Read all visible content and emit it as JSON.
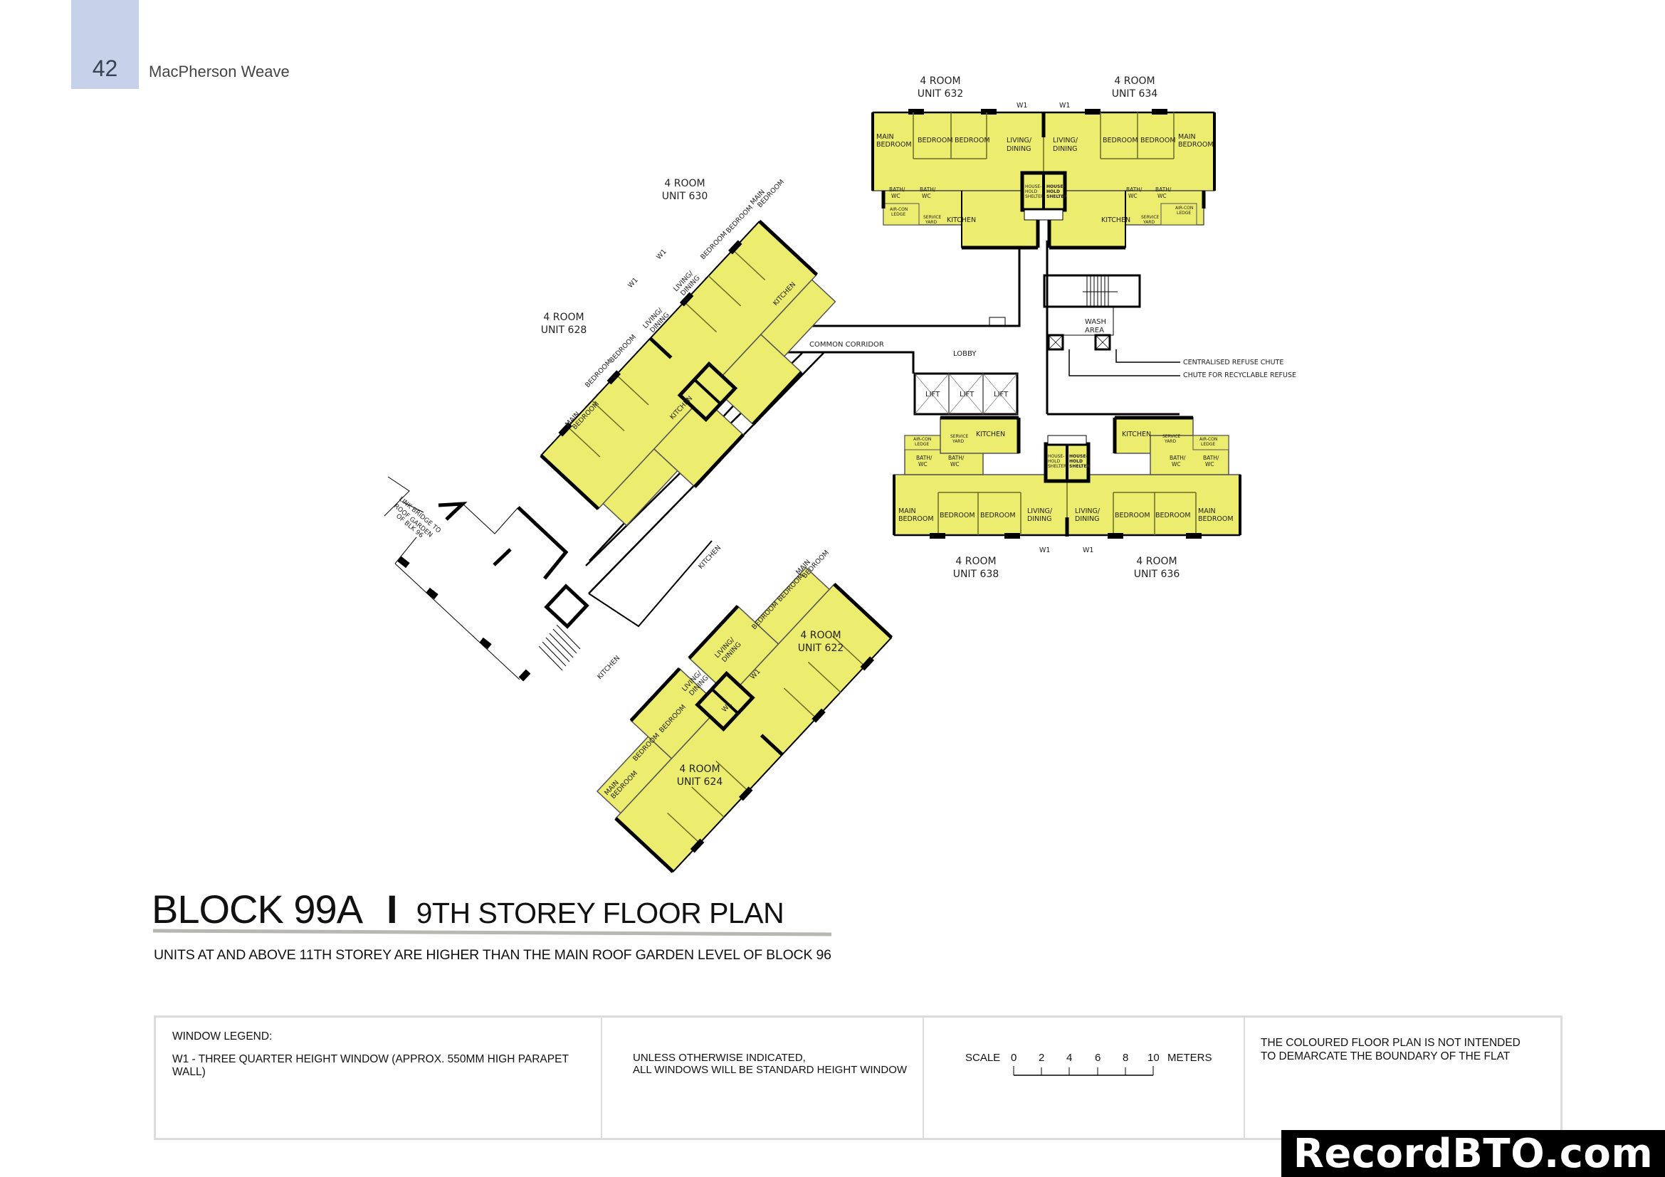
{
  "header": {
    "page_number": "42",
    "project_name": "MacPherson Weave"
  },
  "colors": {
    "unit_fill": "#ecec6e",
    "header_box": "#c5d2ea",
    "wall": "#000000",
    "rule": "#b8b8b0"
  },
  "plan": {
    "units": [
      {
        "id": "632",
        "type_label": "4 ROOM",
        "unit_label": "UNIT 632"
      },
      {
        "id": "634",
        "type_label": "4 ROOM",
        "unit_label": "UNIT 634"
      },
      {
        "id": "630",
        "type_label": "4 ROOM",
        "unit_label": "UNIT 630"
      },
      {
        "id": "628",
        "type_label": "4 ROOM",
        "unit_label": "UNIT 628"
      },
      {
        "id": "638",
        "type_label": "4 ROOM",
        "unit_label": "UNIT 638"
      },
      {
        "id": "636",
        "type_label": "4 ROOM",
        "unit_label": "UNIT 636"
      },
      {
        "id": "622",
        "type_label": "4 ROOM",
        "unit_label": "UNIT 622"
      },
      {
        "id": "624",
        "type_label": "4 ROOM",
        "unit_label": "UNIT 624"
      }
    ],
    "rooms": {
      "main_bedroom_1": "MAIN",
      "main_bedroom_2": "BEDROOM",
      "bedroom": "BEDROOM",
      "living_1": "LIVING/",
      "living_2": "DINING",
      "bath_1": "BATH/",
      "bath_2": "WC",
      "kitchen": "KITCHEN",
      "aircon_1": "AIR-CON",
      "aircon_2": "LEDGE",
      "service_1": "SERVICE",
      "service_2": "YARD",
      "shelter_1": "HOUSE-",
      "shelter_2": "HOLD",
      "shelter_3": "SHELTER"
    },
    "window_tag": "W1",
    "common_labels": {
      "common_corridor": "COMMON CORRIDOR",
      "lobby": "LOBBY",
      "lift": "LIFT",
      "wash_area_1": "WASH",
      "wash_area_2": "AREA",
      "centralised_refuse_chute": "CENTRALISED REFUSE CHUTE",
      "chute_recyclable": "CHUTE FOR RECYCLABLE REFUSE",
      "link_bridge_1": "LINK BRIDGE TO",
      "link_bridge_2": "ROOF GARDEN",
      "link_bridge_3": "OF BLK 96"
    }
  },
  "title": {
    "block": "BLOCK 99A",
    "separator": "I",
    "floor": "9TH STOREY FLOOR PLAN",
    "subtitle": "UNITS AT AND ABOVE 11TH STOREY ARE HIGHER THAN THE MAIN ROOF GARDEN LEVEL OF BLOCK 96"
  },
  "legend": {
    "window_legend_title": "WINDOW LEGEND:",
    "w1_description": "W1 -  THREE QUARTER HEIGHT WINDOW (APPROX. 550MM HIGH PARAPET WALL)",
    "standard_window_note": "UNLESS OTHERWISE INDICATED,\nALL WINDOWS WILL BE STANDARD HEIGHT WINDOW",
    "scale": {
      "label": "SCALE",
      "ticks": [
        "0",
        "2",
        "4",
        "6",
        "8",
        "10"
      ],
      "unit": "METERS"
    },
    "disclaimer": "THE COLOURED FLOOR PLAN IS NOT INTENDED\nTO DEMARCATE THE BOUNDARY OF THE FLAT"
  },
  "watermark": "RecordBTO.com"
}
